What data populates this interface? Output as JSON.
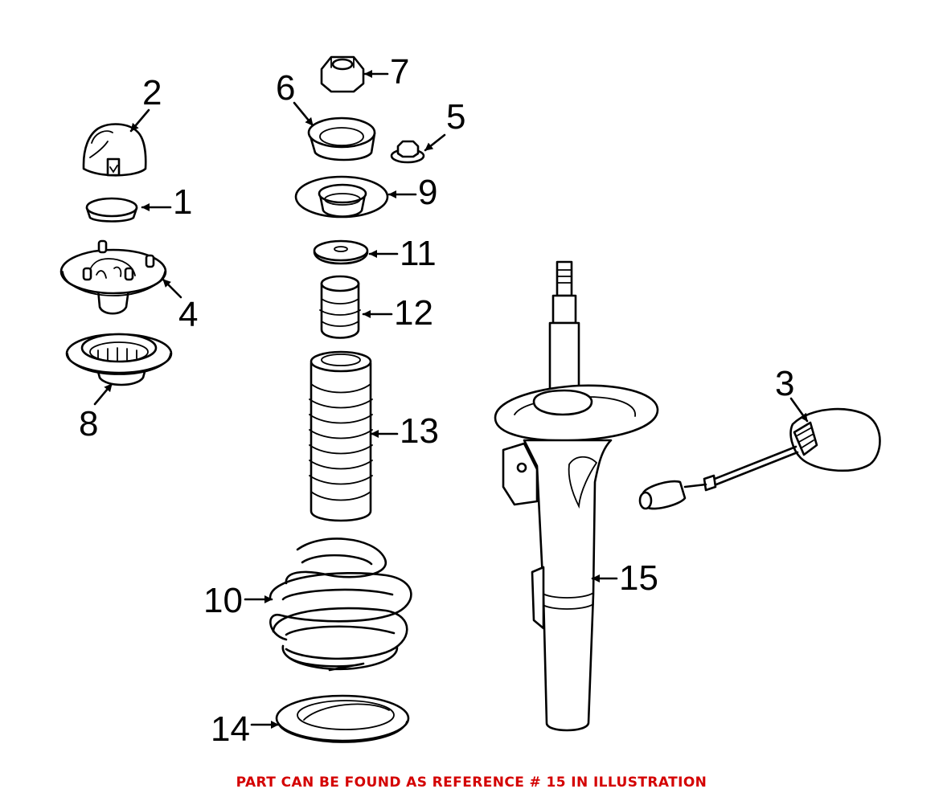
{
  "diagram": {
    "callouts": {
      "p1": "1",
      "p2": "2",
      "p3": "3",
      "p4": "4",
      "p5": "5",
      "p6": "6",
      "p7": "7",
      "p8": "8",
      "p9": "9",
      "p10": "10",
      "p11": "11",
      "p12": "12",
      "p13": "13",
      "p14": "14",
      "p15": "15"
    }
  },
  "footer": {
    "note": "PART CAN BE FOUND AS REFERENCE # 15 IN ILLUSTRATION",
    "color": "#d40000"
  }
}
